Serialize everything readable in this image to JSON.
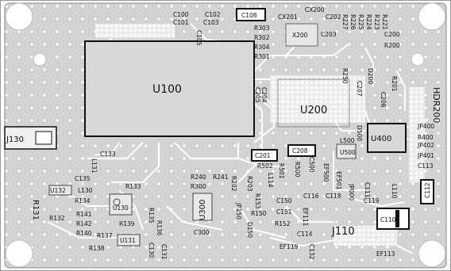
{
  "board": {
    "name": "HDR200",
    "colors": {
      "substrate": "#d3d3d3",
      "trace": "#ffffff",
      "outline": "#111111",
      "highlight": "#ffffff"
    }
  },
  "components": {
    "U100": "U100",
    "U200": "U200",
    "U400": "U400",
    "U500": "U500",
    "J110": "J110",
    "J130": "J130",
    "C108": "C108",
    "C201": "C201",
    "C208": "C208",
    "C110": "C110",
    "C112": "C112",
    "X200": "X200",
    "U130": "U130",
    "U131": "U131",
    "U132": "U132",
    "U300": "U300"
  },
  "labels": {
    "c100": "C100",
    "c101": "C101",
    "c102": "C102",
    "c103": "C103",
    "c105": "C105",
    "cx201": "CX201",
    "cx200": "CX200",
    "c202": "C202",
    "c203": "C203",
    "c200": "C200",
    "r200": "R200",
    "r303": "R303",
    "r302": "R302",
    "r304": "R304",
    "r301": "R301",
    "r250": "R250",
    "d200": "D200",
    "r201": "R201",
    "c207": "C207",
    "c206": "C206",
    "r227": "R227",
    "r226": "R226",
    "r225": "R225",
    "r224": "R224",
    "r223": "R223",
    "r221": "R221",
    "c204": "C204",
    "c205": "C205",
    "c133": "C133",
    "c135": "C135",
    "l130": "L130",
    "l131": "L131",
    "r133": "R133",
    "r134": "R134",
    "r132": "R132",
    "r131": "R131",
    "r141": "R141",
    "r142": "R142",
    "r140": "R140",
    "r139": "R139",
    "r137": "R137",
    "r138": "R138",
    "r135": "R135",
    "r136": "R136",
    "c130": "C130",
    "c131": "C131",
    "r240": "R240",
    "r241": "R241",
    "r300": "R300",
    "c300": "C300",
    "r502": "R502",
    "r501": "R501",
    "r500": "R500",
    "c500": "C500",
    "ef500": "EF500",
    "ef501": "EF501",
    "l500": "L500",
    "d500": "D500",
    "r202": "R202",
    "r203": "R203",
    "r150": "R150",
    "r153": "R153",
    "r152": "R152",
    "c150": "C150",
    "c151": "C151",
    "c116": "C116",
    "c118": "C118",
    "jp000": "JP000",
    "c119": "C119",
    "c111": "C111",
    "l110": "L110",
    "ef111": "EF111",
    "c114": "C114",
    "ef119": "EF119",
    "c132": "C132",
    "ef113": "EF113",
    "jp150": "JP150",
    "d150": "D150",
    "l114": "L114",
    "jp400": "JP400",
    "r400": "R400",
    "jp402": "JP402",
    "jp401": "JP401",
    "c113": "C113"
  }
}
